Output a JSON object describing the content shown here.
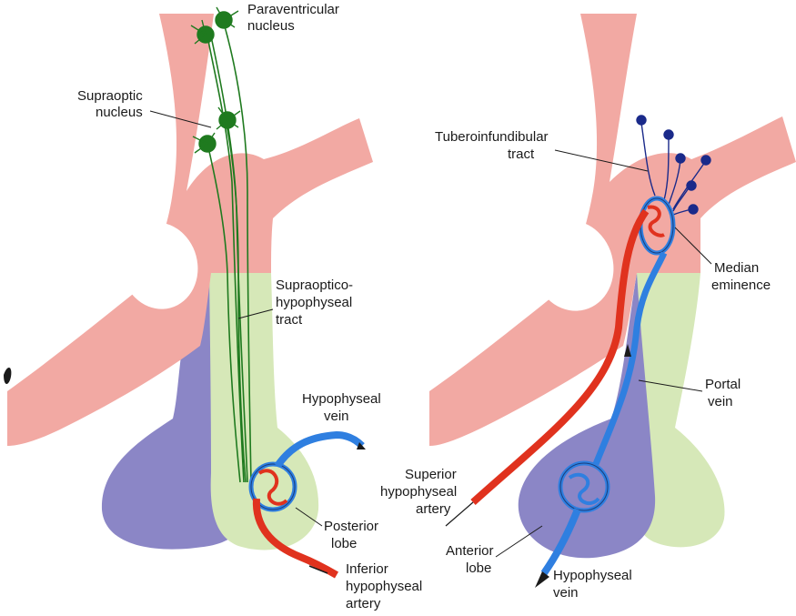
{
  "colors": {
    "hypothalamus": "#f2a9a3",
    "posterior_lobe": "#d6e8b8",
    "anterior_lobe": "#8b86c6",
    "neuron_green": "#1f7a1f",
    "neuron_blue": "#1a2a8a",
    "artery": "#e0321e",
    "vein": "#2f7fe0"
  },
  "left_panel": {
    "labels": {
      "paraventricular_line1": "Paraventricular",
      "paraventricular_line2": "nucleus",
      "supraoptic_line1": "Supraoptic",
      "supraoptic_line2": "nucleus",
      "tract_line1": "Supraoptico-",
      "tract_line2": "hypophyseal",
      "tract_line3": "tract",
      "hyp_vein_line1": "Hypophyseal",
      "hyp_vein_line2": "vein",
      "posterior_line1": "Posterior",
      "posterior_line2": "lobe",
      "inferior_line1": "Inferior",
      "inferior_line2": "hypophyseal",
      "inferior_line3": "artery"
    }
  },
  "right_panel": {
    "labels": {
      "tubero_line1": "Tuberoinfundibular",
      "tubero_line2": "tract",
      "median_line1": "Median",
      "median_line2": "eminence",
      "portal_line1": "Portal",
      "portal_line2": "vein",
      "superior_line1": "Superior",
      "superior_line2": "hypophyseal",
      "superior_line3": "artery",
      "anterior_line1": "Anterior",
      "anterior_line2": "lobe",
      "hyp_vein_line1": "Hypophyseal",
      "hyp_vein_line2": "vein"
    }
  }
}
